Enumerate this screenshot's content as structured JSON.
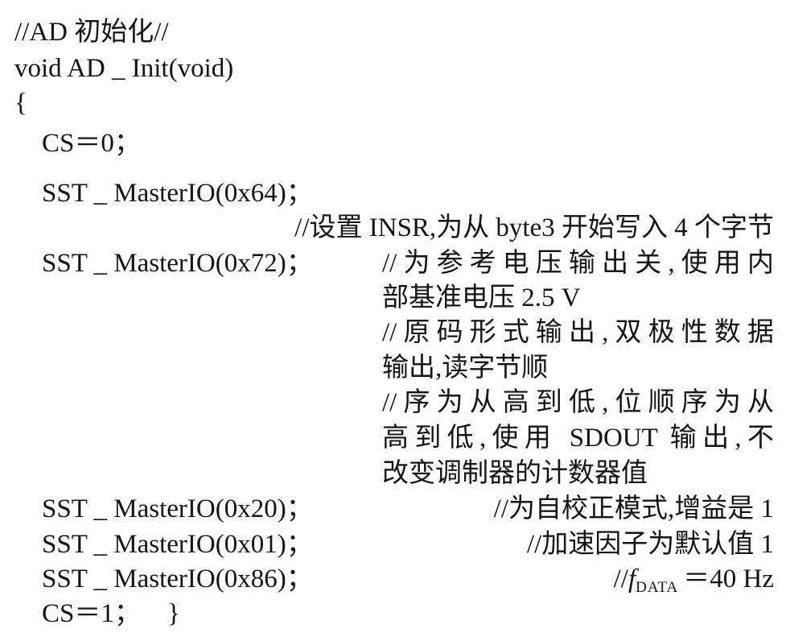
{
  "code": {
    "title_comment": "//AD 初始化//",
    "signature": "void AD _ Init(void)",
    "open_brace": "{",
    "cs_low": "CS＝0；",
    "call_1": {
      "code": "SST _ MasterIO(0x64)；",
      "comment": "//设置 INSR,为从 byte3 开始写入 4 个字节"
    },
    "call_2": {
      "code": "SST _ MasterIO(0x72)；",
      "comment_lines": [
        "//为参考电压输出关,使用内",
        "部基准电压 2.5 V",
        "//原码形式输出,双极性数据",
        "输出,读字节顺",
        "//序为从高到低,位顺序为从",
        "高到低,使用 SDOUT 输出,不",
        "改变调制器的计数器值"
      ]
    },
    "call_3": {
      "code": "SST _ MasterIO(0x20)；",
      "comment": "//为自校正模式,增益是 1"
    },
    "call_4": {
      "code": "SST _ MasterIO(0x01)；",
      "comment": "//加速因子为默认值 1"
    },
    "call_5": {
      "code": "SST _ MasterIO(0x86)；",
      "comment_prefix": "//",
      "comment_var": "f",
      "comment_sub": "DATA",
      "comment_rest": "＝40 Hz"
    },
    "cs_high": "CS＝1；",
    "close_brace": "}"
  }
}
